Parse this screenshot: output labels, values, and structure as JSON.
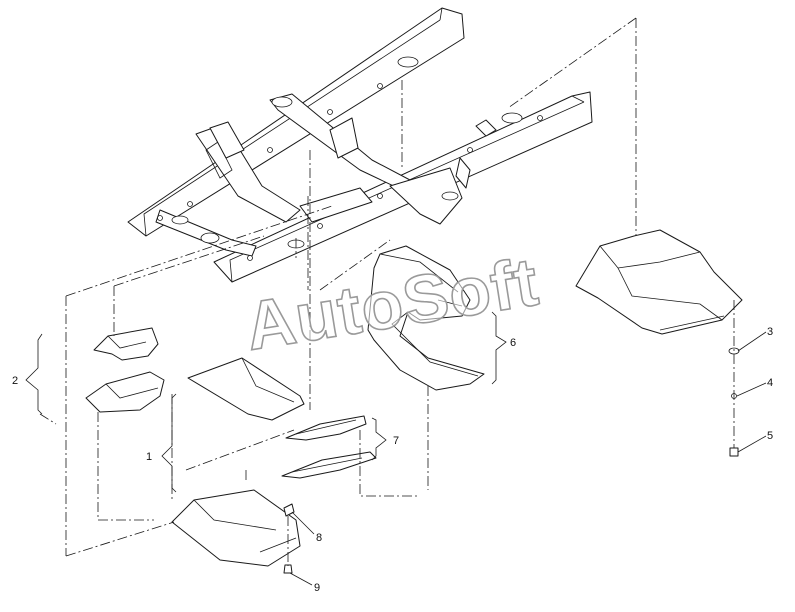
{
  "watermark": {
    "text": "AutoSoft"
  },
  "callouts": [
    {
      "id": "1",
      "label": "1"
    },
    {
      "id": "2",
      "label": "2"
    },
    {
      "id": "3",
      "label": "3"
    },
    {
      "id": "4",
      "label": "4"
    },
    {
      "id": "5",
      "label": "5"
    },
    {
      "id": "6",
      "label": "6"
    },
    {
      "id": "7",
      "label": "7"
    },
    {
      "id": "8",
      "label": "8"
    },
    {
      "id": "9",
      "label": "9"
    }
  ],
  "colors": {
    "line": "#1a1a1a",
    "background": "#ffffff",
    "watermark_outline": "#9a9a9a"
  }
}
